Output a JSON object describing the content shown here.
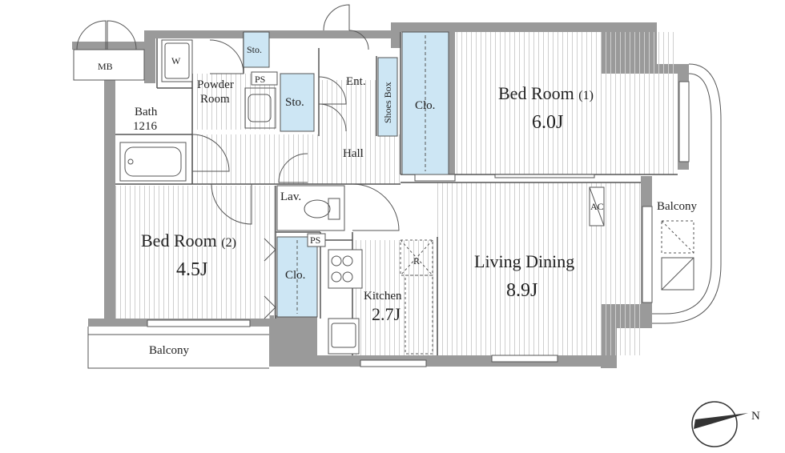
{
  "labels": {
    "mb": "MB",
    "w": "W",
    "sto_top": "Sto.",
    "powder_room": "Powder",
    "powder_room2": "Room",
    "ps_top": "PS",
    "sto_mid": "Sto.",
    "ent": "Ent.",
    "shoes_box": "Shoes Box",
    "clo_top": "Clo.",
    "bath": "Bath",
    "bath_size": "1216",
    "hall": "Hall",
    "lav": "Lav.",
    "ps_mid": "PS",
    "clo_left": "Clo.",
    "ac": "AC",
    "r": "R",
    "balcony_right": "Balcony",
    "balcony_bottom": "Balcony",
    "north": "N"
  },
  "rooms": {
    "bed1_name": "Bed Room",
    "bed1_num": "(1)",
    "bed1_size": "6.0J",
    "bed2_name": "Bed Room",
    "bed2_num": "(2)",
    "bed2_size": "4.5J",
    "kitchen_name": "Kitchen",
    "kitchen_size": "2.7J",
    "living_name": "Living Dining",
    "living_size": "8.9J"
  },
  "colors": {
    "wall": "#9a9a9a",
    "closet": "#cde6f4",
    "floor_line": "#c8c8c8"
  }
}
